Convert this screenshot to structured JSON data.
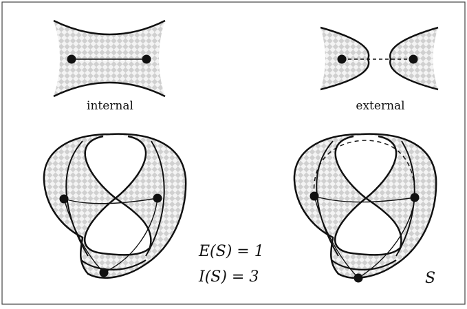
{
  "labels": {
    "internal": "internal",
    "external": "external",
    "e_of_s": "E(S) = 1",
    "i_of_s": "I(S) = 3",
    "s": "S"
  },
  "colors": {
    "ink": "#111111",
    "checker_light": "#ffffff",
    "checker_dark": "#b5b5b5",
    "border": "#444444"
  }
}
